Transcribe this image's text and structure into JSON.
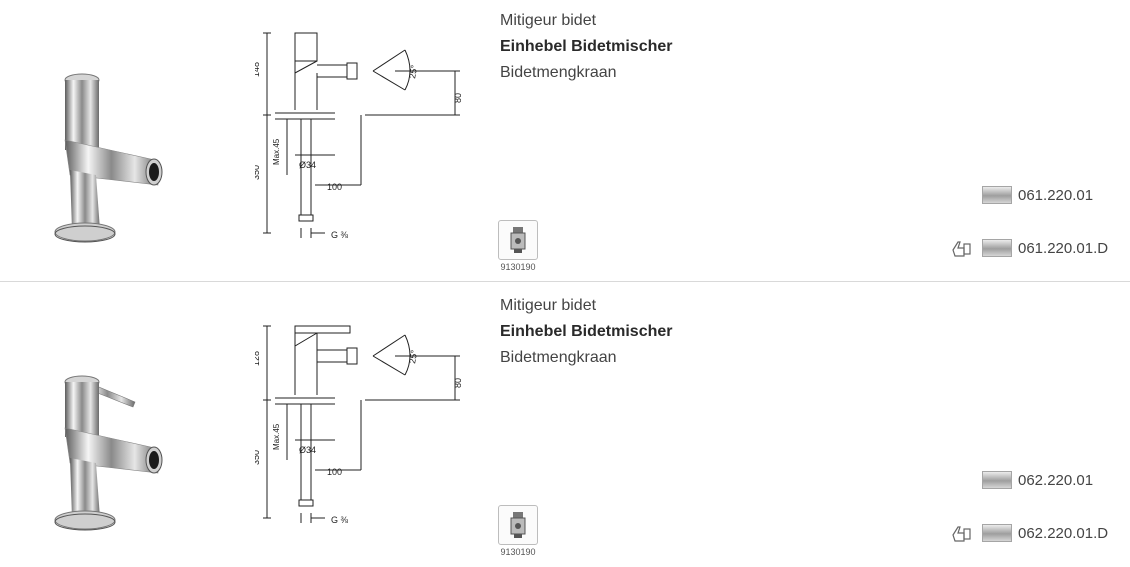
{
  "products": [
    {
      "titles": [
        "Mitigeur bidet",
        "Einhebel Bidetmischer",
        "Bidetmengkraan"
      ],
      "dimensions": {
        "height": "148",
        "spout_height": "80",
        "angle": "25°",
        "total": "350",
        "max": "Max.45",
        "diameter": "Ø34",
        "reach": "100",
        "thread": "G ⅜"
      },
      "cartridge_code": "9130190",
      "variants": [
        "061.220.01",
        "061.220.01.D"
      ]
    },
    {
      "titles": [
        "Mitigeur bidet",
        "Einhebel Bidetmischer",
        "Bidetmengkraan"
      ],
      "dimensions": {
        "height": "128",
        "spout_height": "80",
        "angle": "25°",
        "total": "350",
        "max": "Max.45",
        "diameter": "Ø34",
        "reach": "100",
        "thread": "G ⅜"
      },
      "cartridge_code": "9130190",
      "variants": [
        "062.220.01",
        "062.220.01.D"
      ]
    }
  ],
  "icons": {
    "cartridge": "cartridge-icon",
    "hand": "hand-shower-icon",
    "finish": "chrome-swatch"
  },
  "colors": {
    "chrome": "#a8a8a8",
    "line": "#222222",
    "divider": "#d9d9d9"
  }
}
